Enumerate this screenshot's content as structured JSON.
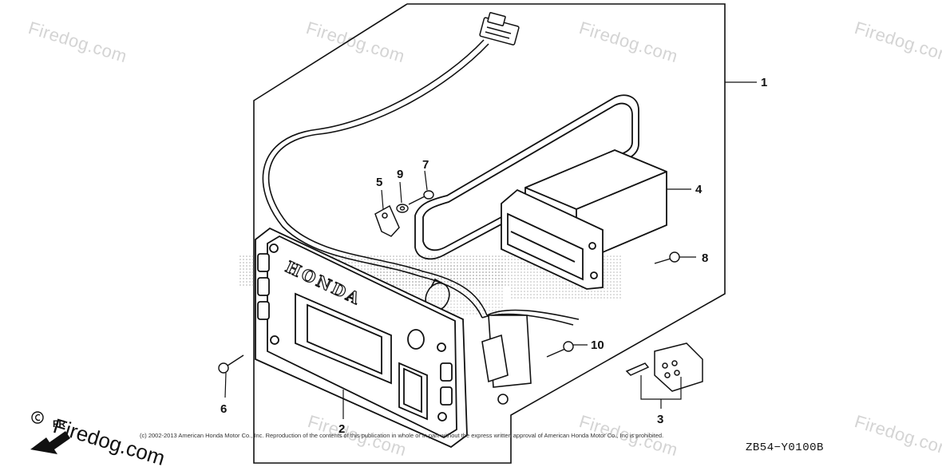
{
  "watermark": {
    "text": "Firedog.com",
    "brand_text": "Firedog.com",
    "color": "#d4d4d4"
  },
  "callouts": {
    "c1": "1",
    "c2": "2",
    "c3": "3",
    "c4": "4",
    "c5": "5",
    "c6": "6",
    "c7": "7",
    "c8": "8",
    "c9": "9",
    "c10": "10"
  },
  "panel_brand": "HONDA",
  "direction_label": "FR",
  "copyright": "(c) 2002-2013 American Honda Motor Co., Inc. Reproduction of the contents of this publication in whole or in part without the express written approval of American Honda Motor Co., Inc is prohibited.",
  "ref_code": "ZB54−Y0100B",
  "icons": [
    "arrow-icon",
    "copyright-icon"
  ]
}
